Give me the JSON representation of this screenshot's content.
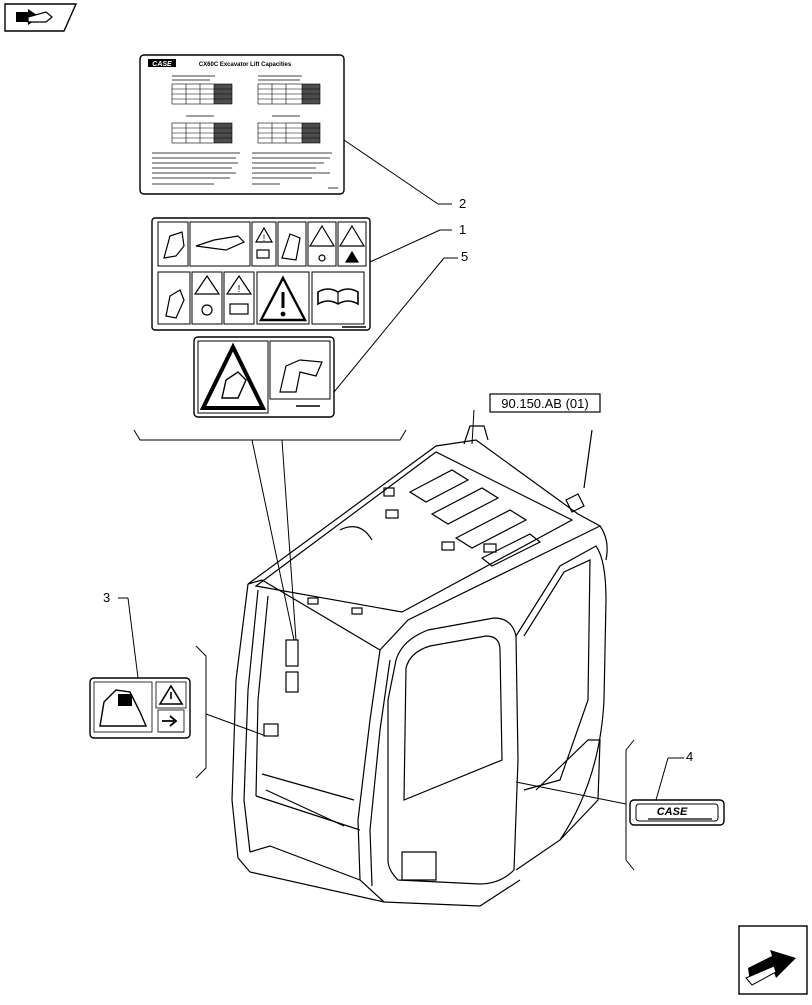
{
  "header": {
    "nav_icon": "parts-book-arrow-icon"
  },
  "footer": {
    "nav_icon": "next-page-arrow-icon"
  },
  "reference_box": {
    "label": "90.150.AB (01)"
  },
  "callouts": {
    "c1": "1",
    "c2": "2",
    "c3": "3",
    "c4": "4",
    "c5": "5"
  },
  "decal_lift_chart": {
    "brand": "CASE",
    "title": "CX60C Excavator Lift Capacities"
  },
  "decal_case_logo": {
    "brand": "CASE"
  },
  "colors": {
    "line": "#000000",
    "background": "#ffffff"
  }
}
